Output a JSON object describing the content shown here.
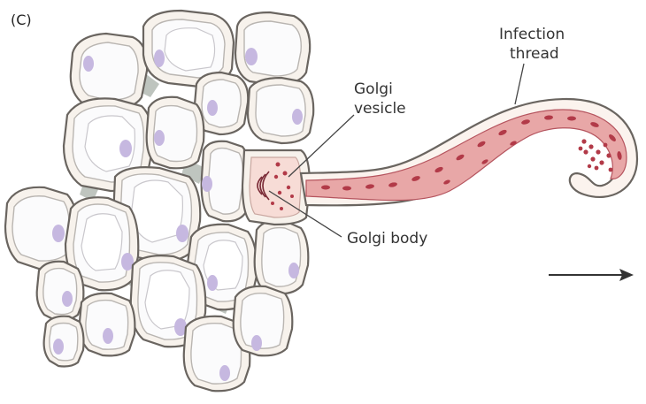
{
  "figure": {
    "panel_label": "(C)",
    "labels": {
      "infection_thread_line1": "Infection",
      "infection_thread_line2": "thread",
      "golgi_vesicle_line1": "Golgi",
      "golgi_vesicle_line2": "vesicle",
      "golgi_body": "Golgi body"
    },
    "arrow_meaning": "direction-arrow",
    "colors": {
      "cell_wall": "#6a6560",
      "cytoplasm": "#f7f2ec",
      "nucleus": "#c6b8e0",
      "thread_fill": "#e8a7a7",
      "vesicle": "#b23a48",
      "intercellular_space": "#8a958a"
    }
  }
}
